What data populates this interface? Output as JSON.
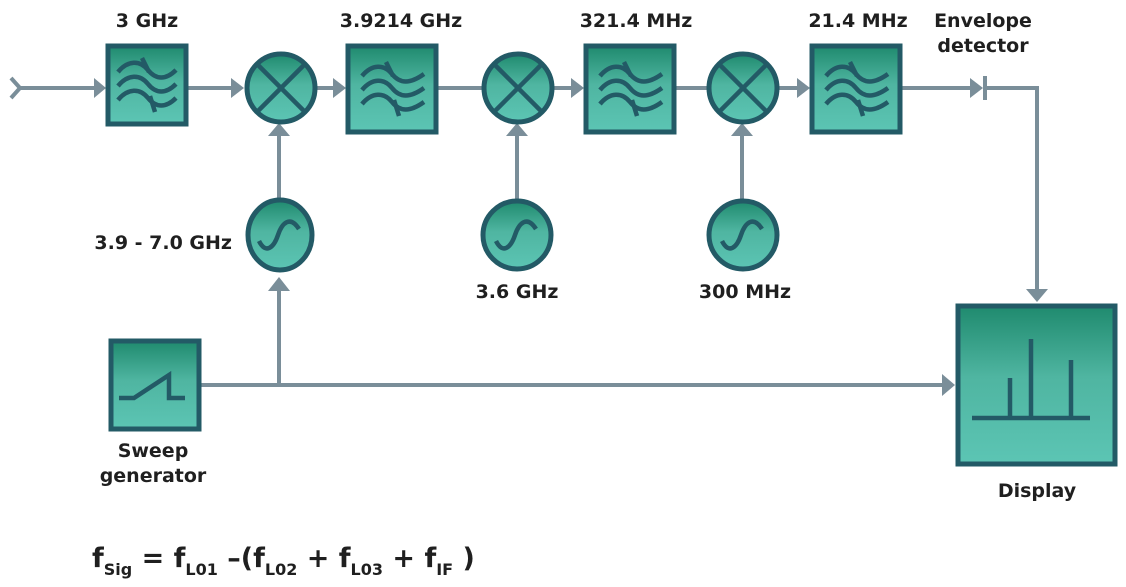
{
  "diagram": {
    "title": "Superheterodyne spectrum analyzer block diagram",
    "colors": {
      "block_fill_top": "#1f8a6e",
      "block_fill_bottom": "#5cc5b4",
      "block_stroke": "#235a66",
      "wire": "#7a8e99",
      "text": "#1f1f1f"
    },
    "filters": [
      {
        "id": "filter-1",
        "label": "3 GHz"
      },
      {
        "id": "filter-2",
        "label": "3.9214 GHz"
      },
      {
        "id": "filter-3",
        "label": "321.4 MHz"
      },
      {
        "id": "filter-4",
        "label": "21.4 MHz"
      }
    ],
    "mixers": [
      {
        "id": "mixer-1"
      },
      {
        "id": "mixer-2"
      },
      {
        "id": "mixer-3"
      }
    ],
    "oscillators": [
      {
        "id": "lo-1",
        "label": "3.9 - 7.0 GHz"
      },
      {
        "id": "lo-2",
        "label": "3.6 GHz"
      },
      {
        "id": "lo-3",
        "label": "300 MHz"
      }
    ],
    "envelope_detector": {
      "label_line1": "Envelope",
      "label_line2": "detector"
    },
    "sweep_generator": {
      "label_line1": "Sweep",
      "label_line2": "generator"
    },
    "display": {
      "label": "Display"
    },
    "formula": {
      "f1": "f",
      "s1": "Sig",
      "eq": " = ",
      "f2": "f",
      "s2": "L01",
      "minus": " –(",
      "f3": "f",
      "s3": "L02",
      "plus1": " + ",
      "f4": "f",
      "s4": "L03",
      "plus2": " + ",
      "f5": "f",
      "s5": "IF",
      "close": " )"
    }
  }
}
